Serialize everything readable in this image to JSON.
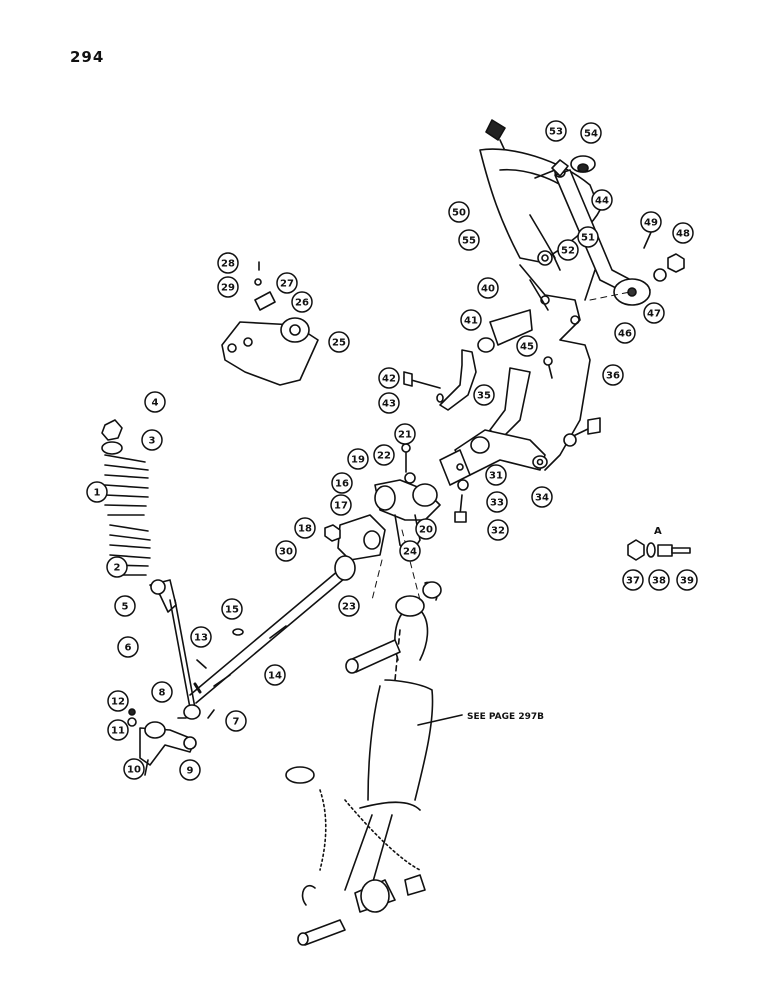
{
  "page": {
    "number": "294"
  },
  "reference_note": "SEE PAGE 297B",
  "detail_view": {
    "letter": "A",
    "parts": [
      "37",
      "38",
      "39"
    ]
  },
  "colors": {
    "ink": "#111111",
    "paper": "#ffffff"
  },
  "callouts": [
    {
      "label": "1"
    },
    {
      "label": "2"
    },
    {
      "label": "3"
    },
    {
      "label": "4"
    },
    {
      "label": "5"
    },
    {
      "label": "6"
    },
    {
      "label": "7"
    },
    {
      "label": "8"
    },
    {
      "label": "9"
    },
    {
      "label": "10"
    },
    {
      "label": "11"
    },
    {
      "label": "12"
    },
    {
      "label": "13"
    },
    {
      "label": "14"
    },
    {
      "label": "15"
    },
    {
      "label": "16"
    },
    {
      "label": "17"
    },
    {
      "label": "18"
    },
    {
      "label": "19"
    },
    {
      "label": "20"
    },
    {
      "label": "21"
    },
    {
      "label": "22"
    },
    {
      "label": "23"
    },
    {
      "label": "24"
    },
    {
      "label": "25"
    },
    {
      "label": "26"
    },
    {
      "label": "27"
    },
    {
      "label": "28"
    },
    {
      "label": "29"
    },
    {
      "label": "30"
    },
    {
      "label": "31"
    },
    {
      "label": "32"
    },
    {
      "label": "33"
    },
    {
      "label": "34"
    },
    {
      "label": "35"
    },
    {
      "label": "36"
    },
    {
      "label": "37"
    },
    {
      "label": "38"
    },
    {
      "label": "39"
    },
    {
      "label": "40"
    },
    {
      "label": "41"
    },
    {
      "label": "42"
    },
    {
      "label": "43"
    },
    {
      "label": "44"
    },
    {
      "label": "45"
    },
    {
      "label": "46"
    },
    {
      "label": "47"
    },
    {
      "label": "48"
    },
    {
      "label": "49"
    },
    {
      "label": "50"
    },
    {
      "label": "51"
    },
    {
      "label": "52"
    },
    {
      "label": "53"
    },
    {
      "label": "54"
    },
    {
      "label": "55"
    }
  ]
}
